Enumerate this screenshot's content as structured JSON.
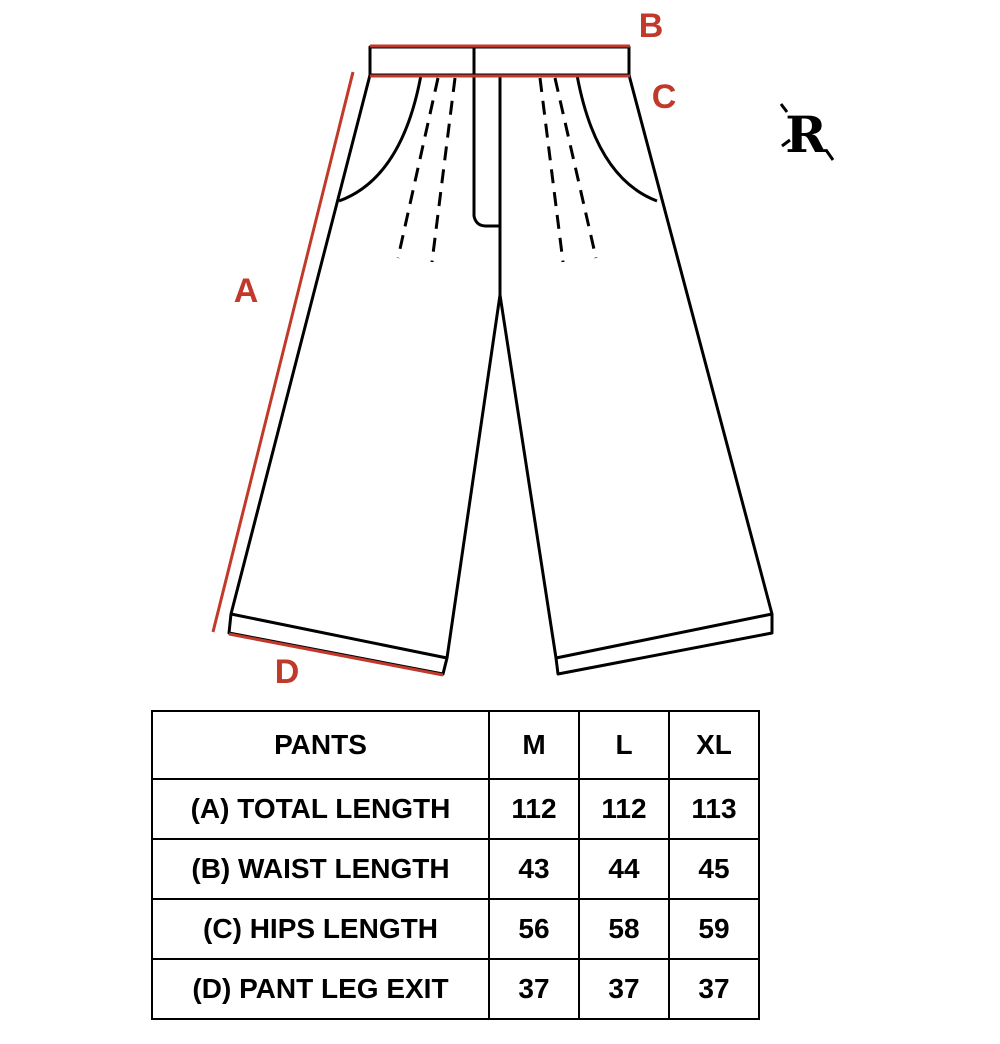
{
  "diagram": {
    "labels": {
      "a": "A",
      "b": "B",
      "c": "C",
      "d": "D"
    },
    "logo_text": "R",
    "colors": {
      "outline": "#000000",
      "dimension": "#c0392b",
      "background": "#ffffff"
    }
  },
  "table": {
    "header": {
      "name": "PANTS",
      "sizes": [
        "M",
        "L",
        "XL"
      ]
    },
    "rows": [
      {
        "name": "(A) TOTAL LENGTH",
        "values": [
          "112",
          "112",
          "113"
        ]
      },
      {
        "name": "(B) WAIST LENGTH",
        "values": [
          "43",
          "44",
          "45"
        ]
      },
      {
        "name": "(C) HIPS LENGTH",
        "values": [
          "56",
          "58",
          "59"
        ]
      },
      {
        "name": "(D) PANT LEG EXIT",
        "values": [
          "37",
          "37",
          "37"
        ]
      }
    ]
  }
}
